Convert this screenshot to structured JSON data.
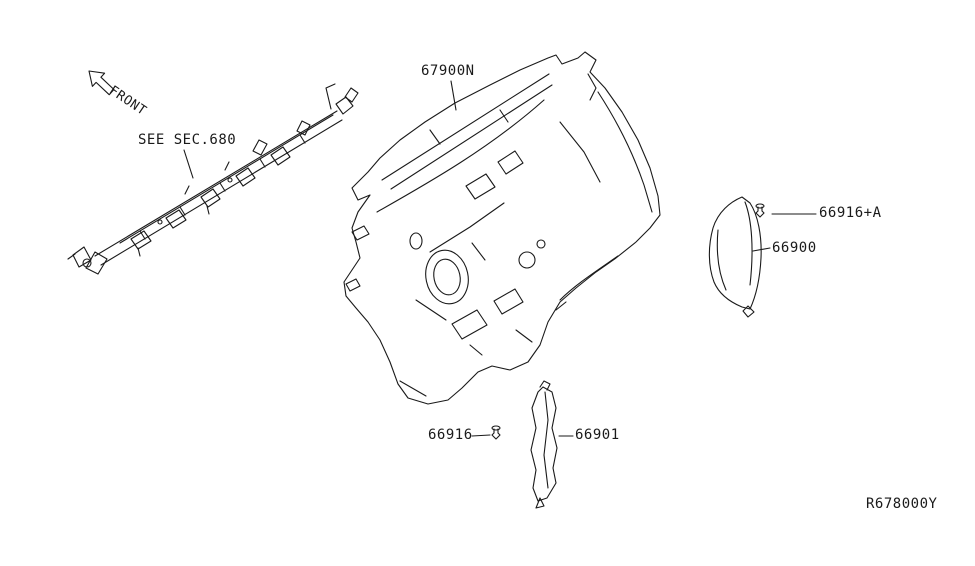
{
  "colors": {
    "ink": "#1a1a1a",
    "background": "#ffffff"
  },
  "diagram": {
    "front_arrow_label": "FRONT",
    "section_ref": "SEE SEC.680",
    "drawing_ref": "R678000Y",
    "parts": {
      "dash_insulator": "67900N",
      "side_finisher_clip": "66916+A",
      "side_finisher": "66900",
      "lower_finisher_clip": "66916",
      "lower_finisher": "66901"
    }
  }
}
